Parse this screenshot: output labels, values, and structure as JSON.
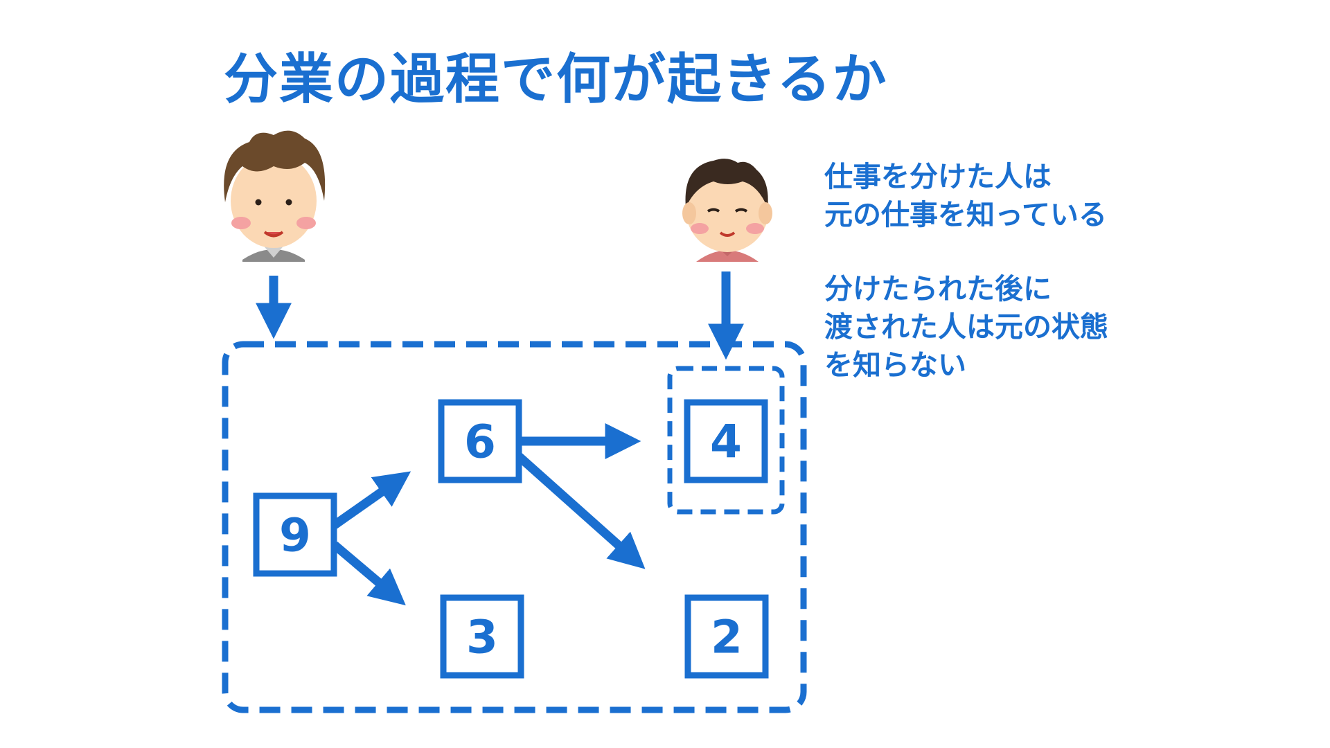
{
  "title": "分業の過程で何が起きるか",
  "notes": {
    "note1": [
      "仕事を分けた人は",
      "元の仕事を知っている"
    ],
    "note2": [
      "分けたられた後に",
      "渡された人は元の状態",
      "を知らない"
    ]
  },
  "nodes": {
    "n9": "9",
    "n6": "6",
    "n4": "4",
    "n3": "3",
    "n2": "2"
  },
  "colors": {
    "accent": "#1a6fd0"
  },
  "people": [
    {
      "name": "person-left",
      "hair": "#6b4a2b",
      "shirt": "#8a8a8a"
    },
    {
      "name": "person-right",
      "hair": "#3a2a20",
      "shirt": "#d87a7a"
    }
  ]
}
